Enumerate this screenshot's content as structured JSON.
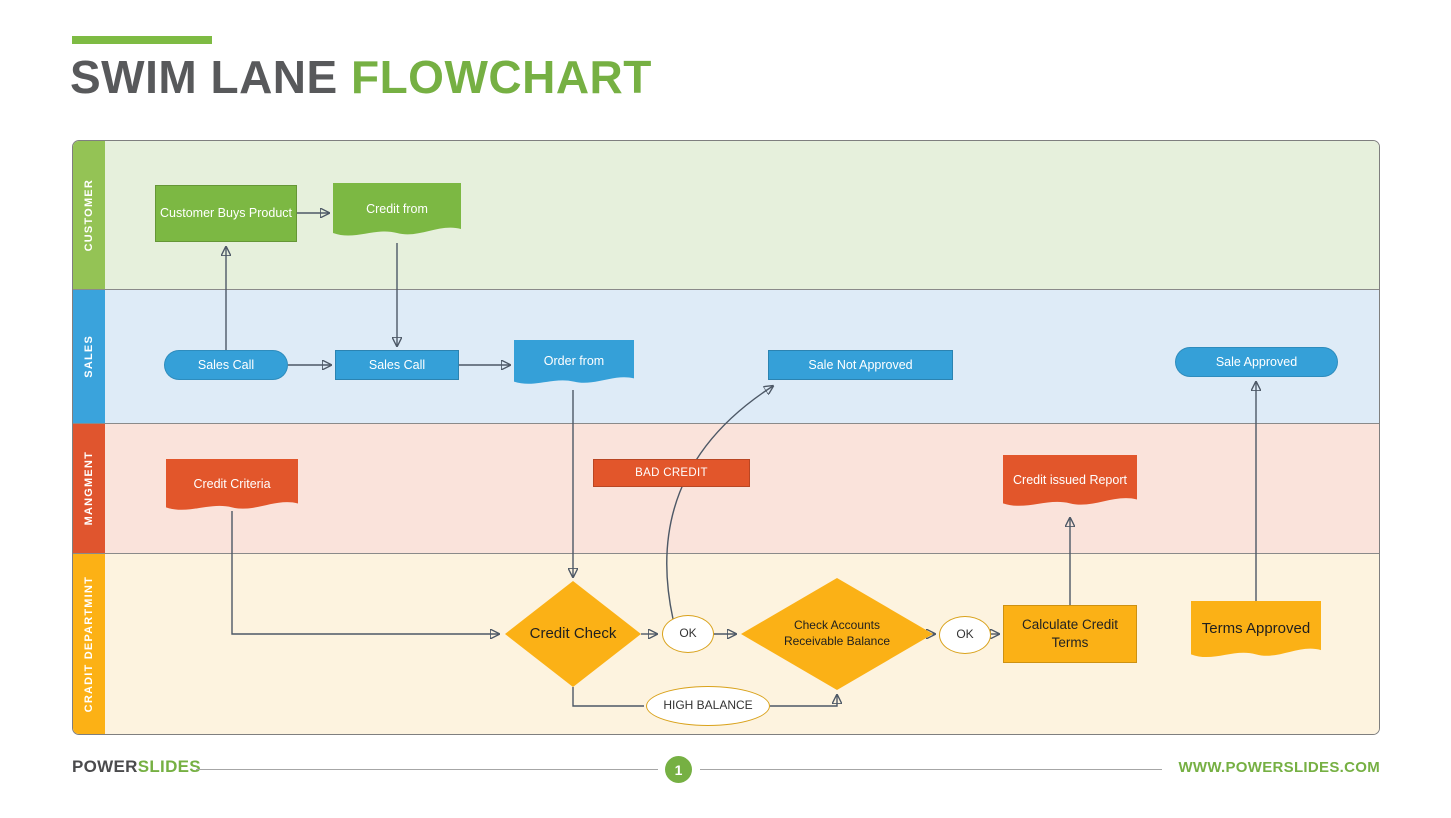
{
  "page": {
    "title_primary": "SWIM LANE ",
    "title_accent": "FLOWCHART"
  },
  "lanes": [
    {
      "label": "CUSTOMER"
    },
    {
      "label": "SALES"
    },
    {
      "label": "MANGMENT"
    },
    {
      "label": "CRADIT DEPARTMINT"
    }
  ],
  "nodes": {
    "customer_buys": {
      "label": "Customer Buys Product"
    },
    "credit_from": {
      "label": "Credit from"
    },
    "sales_call_1": {
      "label": "Sales Call"
    },
    "sales_call_2": {
      "label": "Sales Call"
    },
    "order_from": {
      "label": "Order from"
    },
    "sale_not_approved": {
      "label": "Sale Not Approved"
    },
    "sale_approved": {
      "label": "Sale Approved"
    },
    "credit_criteria": {
      "label": "Credit Criteria"
    },
    "bad_credit": {
      "label": "BAD CREDIT"
    },
    "credit_issued_report": {
      "label": "Credit issued Report"
    },
    "credit_check": {
      "label": "Credit Check"
    },
    "ok_1": {
      "label": "OK"
    },
    "check_accounts": {
      "label": "Check Accounts Receivable Balance"
    },
    "ok_2": {
      "label": "OK"
    },
    "calculate_credit_terms": {
      "label": "Calculate Credit Terms"
    },
    "terms_approved": {
      "label": "Terms Approved"
    },
    "high_balance": {
      "label": "HIGH BALANCE"
    }
  },
  "footer": {
    "brand_primary": "POWER",
    "brand_accent": "SLIDES",
    "page_number": "1",
    "website": "WWW.POWERSLIDES.COM"
  },
  "colors": {
    "accent_green": "#76B043",
    "node_green": "#7CB843",
    "node_blue": "#35A0D8",
    "node_orange": "#E2562B",
    "node_yellow": "#FBB116",
    "lane_customer": "#94C355",
    "lane_sales": "#3AA3DC",
    "lane_mangment": "#E0552E",
    "lane_credit": "#FCB115",
    "title_gray": "#58595B"
  }
}
